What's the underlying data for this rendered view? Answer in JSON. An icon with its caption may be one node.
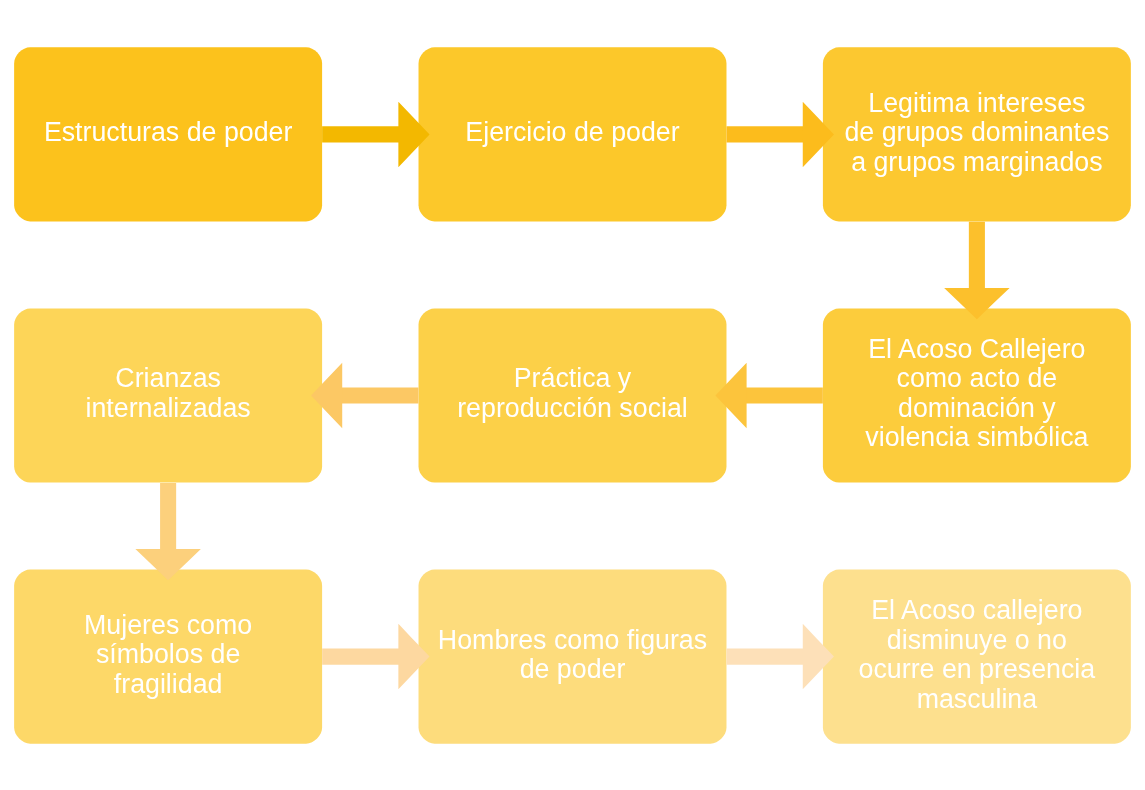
{
  "diagram": {
    "nodes": [
      {
        "text": [
          "Estructuras de poder"
        ]
      },
      {
        "text": [
          "Ejercicio de poder"
        ]
      },
      {
        "text": [
          "Legitima intereses de grupos dominantes a grupos marginados"
        ]
      },
      {
        "text": [
          "Crianzas internalizadas"
        ]
      },
      {
        "text": [
          "Práctica y reproducción social"
        ]
      },
      {
        "text": [
          "El Acoso Callejero como acto de dominación y violencia simbólica"
        ]
      },
      {
        "text": [
          "Mujeres como símbolos de fragilidad"
        ]
      },
      {
        "text": [
          "Hombres como figuras de poder"
        ]
      },
      {
        "text": [
          "El Acoso callejero disminuye o no ocurre en presencia masculina"
        ]
      }
    ],
    "edges": [
      {
        "from": 0,
        "to": 1,
        "arrow": "to",
        "color": "#f3b800"
      },
      {
        "from": 1,
        "to": 2,
        "arrow": "to",
        "color": "#fcbc1c"
      },
      {
        "from": 2,
        "to": 5,
        "arrow": "to",
        "color": "#fcc02c"
      },
      {
        "from": 5,
        "to": 4,
        "arrow": "to",
        "color": "#fcc43c"
      },
      {
        "from": 4,
        "to": 3,
        "arrow": "to",
        "color": "#fcc864"
      },
      {
        "from": 3,
        "to": 6,
        "arrow": "to",
        "color": "#fcd07c"
      },
      {
        "from": 6,
        "to": 7,
        "arrow": "to",
        "color": "#fdd8a0"
      },
      {
        "from": 7,
        "to": 8,
        "arrow": "to",
        "color": "#fde0b8"
      }
    ]
  }
}
